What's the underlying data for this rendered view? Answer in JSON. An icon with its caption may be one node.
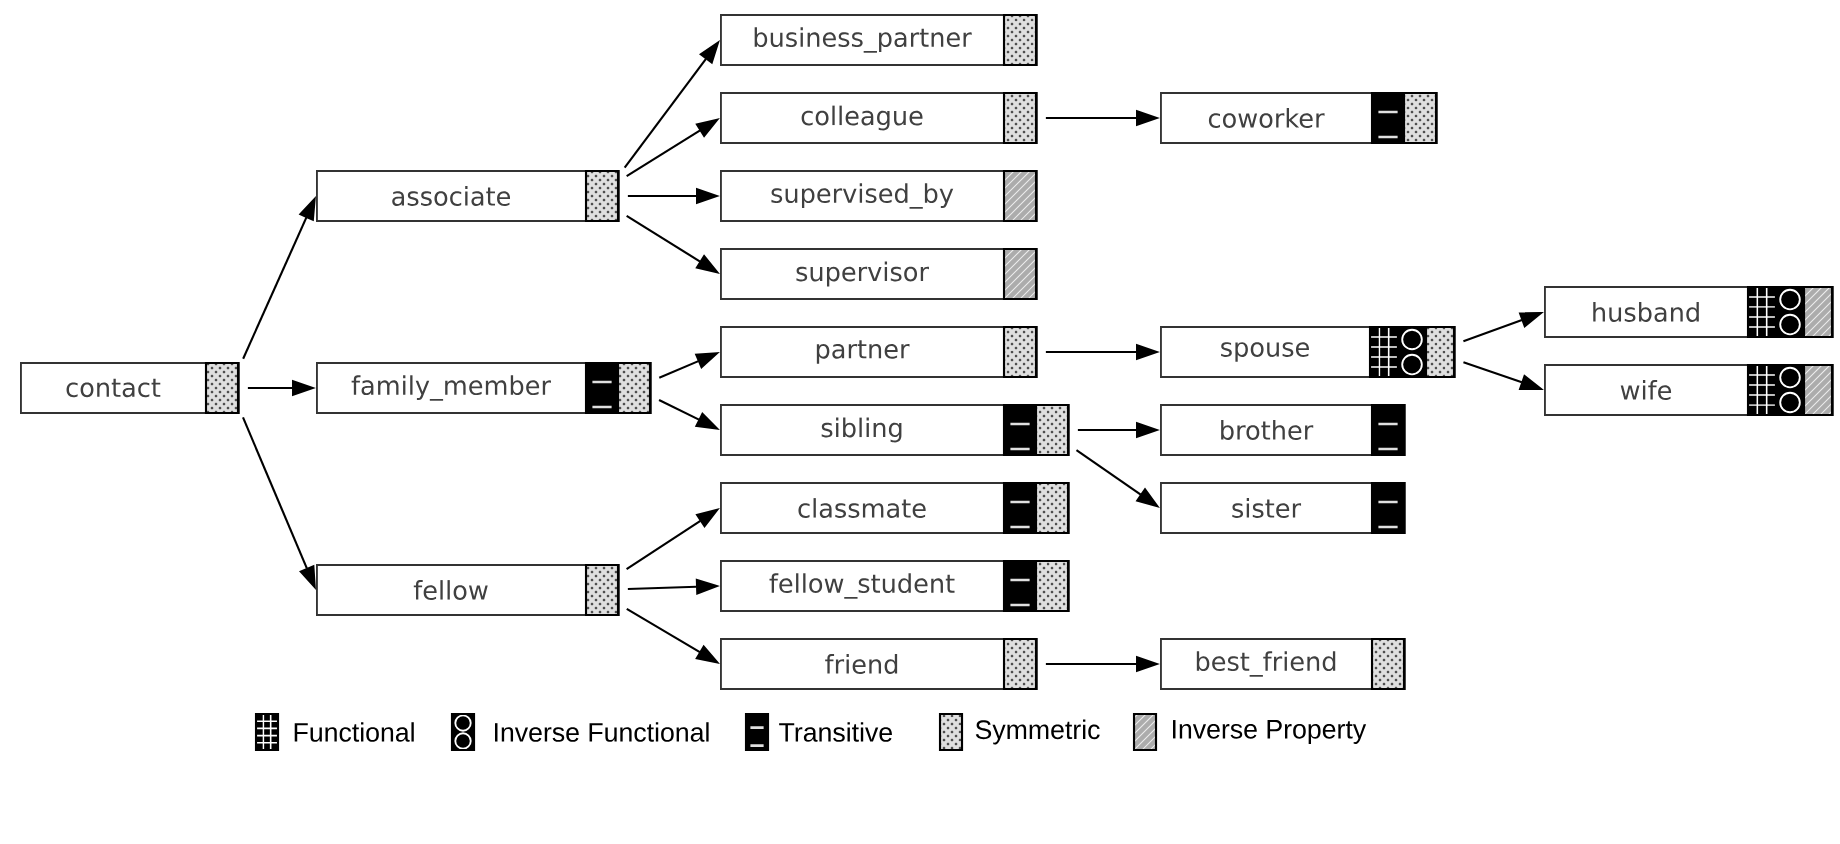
{
  "diagram": {
    "nodes": [
      {
        "text": [
          "contact"
        ]
      },
      {
        "text": [
          "associate"
        ]
      },
      {
        "text": [
          "family_member"
        ]
      },
      {
        "text": [
          "fellow"
        ]
      },
      {
        "text": [
          "business_partner"
        ]
      },
      {
        "text": [
          "colleague"
        ]
      },
      {
        "text": [
          "supervised_by"
        ]
      },
      {
        "text": [
          "supervisor"
        ]
      },
      {
        "text": [
          "partner"
        ]
      },
      {
        "text": [
          "sibling"
        ]
      },
      {
        "text": [
          "classmate"
        ]
      },
      {
        "text": [
          "fellow_student"
        ]
      },
      {
        "text": [
          "friend"
        ]
      },
      {
        "text": [
          "coworker"
        ]
      },
      {
        "text": [
          "spouse"
        ]
      },
      {
        "text": [
          "brother"
        ]
      },
      {
        "text": [
          "sister"
        ]
      },
      {
        "text": [
          "best_friend"
        ]
      },
      {
        "text": [
          "husband"
        ]
      },
      {
        "text": [
          "wife"
        ]
      }
    ],
    "edges": [
      {
        "from": 0,
        "to": 1,
        "arrow": "to"
      },
      {
        "from": 0,
        "to": 2,
        "arrow": "to"
      },
      {
        "from": 0,
        "to": 3,
        "arrow": "to"
      },
      {
        "from": 1,
        "to": 4,
        "arrow": "to"
      },
      {
        "from": 1,
        "to": 5,
        "arrow": "to"
      },
      {
        "from": 1,
        "to": 6,
        "arrow": "to"
      },
      {
        "from": 1,
        "to": 7,
        "arrow": "to"
      },
      {
        "from": 2,
        "to": 8,
        "arrow": "to"
      },
      {
        "from": 2,
        "to": 9,
        "arrow": "to"
      },
      {
        "from": 3,
        "to": 10,
        "arrow": "to"
      },
      {
        "from": 3,
        "to": 11,
        "arrow": "to"
      },
      {
        "from": 3,
        "to": 12,
        "arrow": "to"
      },
      {
        "from": 5,
        "to": 13,
        "arrow": "to"
      },
      {
        "from": 8,
        "to": 14,
        "arrow": "to"
      },
      {
        "from": 9,
        "to": 15,
        "arrow": "to"
      },
      {
        "from": 9,
        "to": 16,
        "arrow": "to"
      },
      {
        "from": 12,
        "to": 17,
        "arrow": "to"
      },
      {
        "from": 14,
        "to": 18,
        "arrow": "to"
      },
      {
        "from": 14,
        "to": 19,
        "arrow": "to"
      }
    ],
    "legend": [
      {
        "text": "Functional"
      },
      {
        "text": "Inverse Functional"
      },
      {
        "text": "Transitive"
      },
      {
        "text": "Symmetric"
      },
      {
        "text": "Inverse Property"
      }
    ]
  }
}
